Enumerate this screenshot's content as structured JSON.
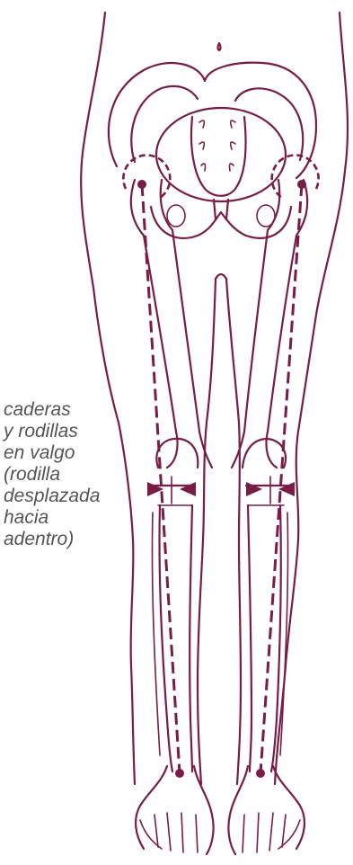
{
  "caption": {
    "lines": [
      "caderas",
      "y rodillas",
      "en valgo",
      "(rodilla",
      "desplazada",
      "hacia",
      "adentro)"
    ]
  },
  "colors": {
    "line": "#7a1c48",
    "caption": "#555555",
    "background": "#ffffff"
  },
  "figure": {
    "subject": "anterior view of legs with hip and knee skeleton showing valgus knees and mechanical axis lines"
  }
}
